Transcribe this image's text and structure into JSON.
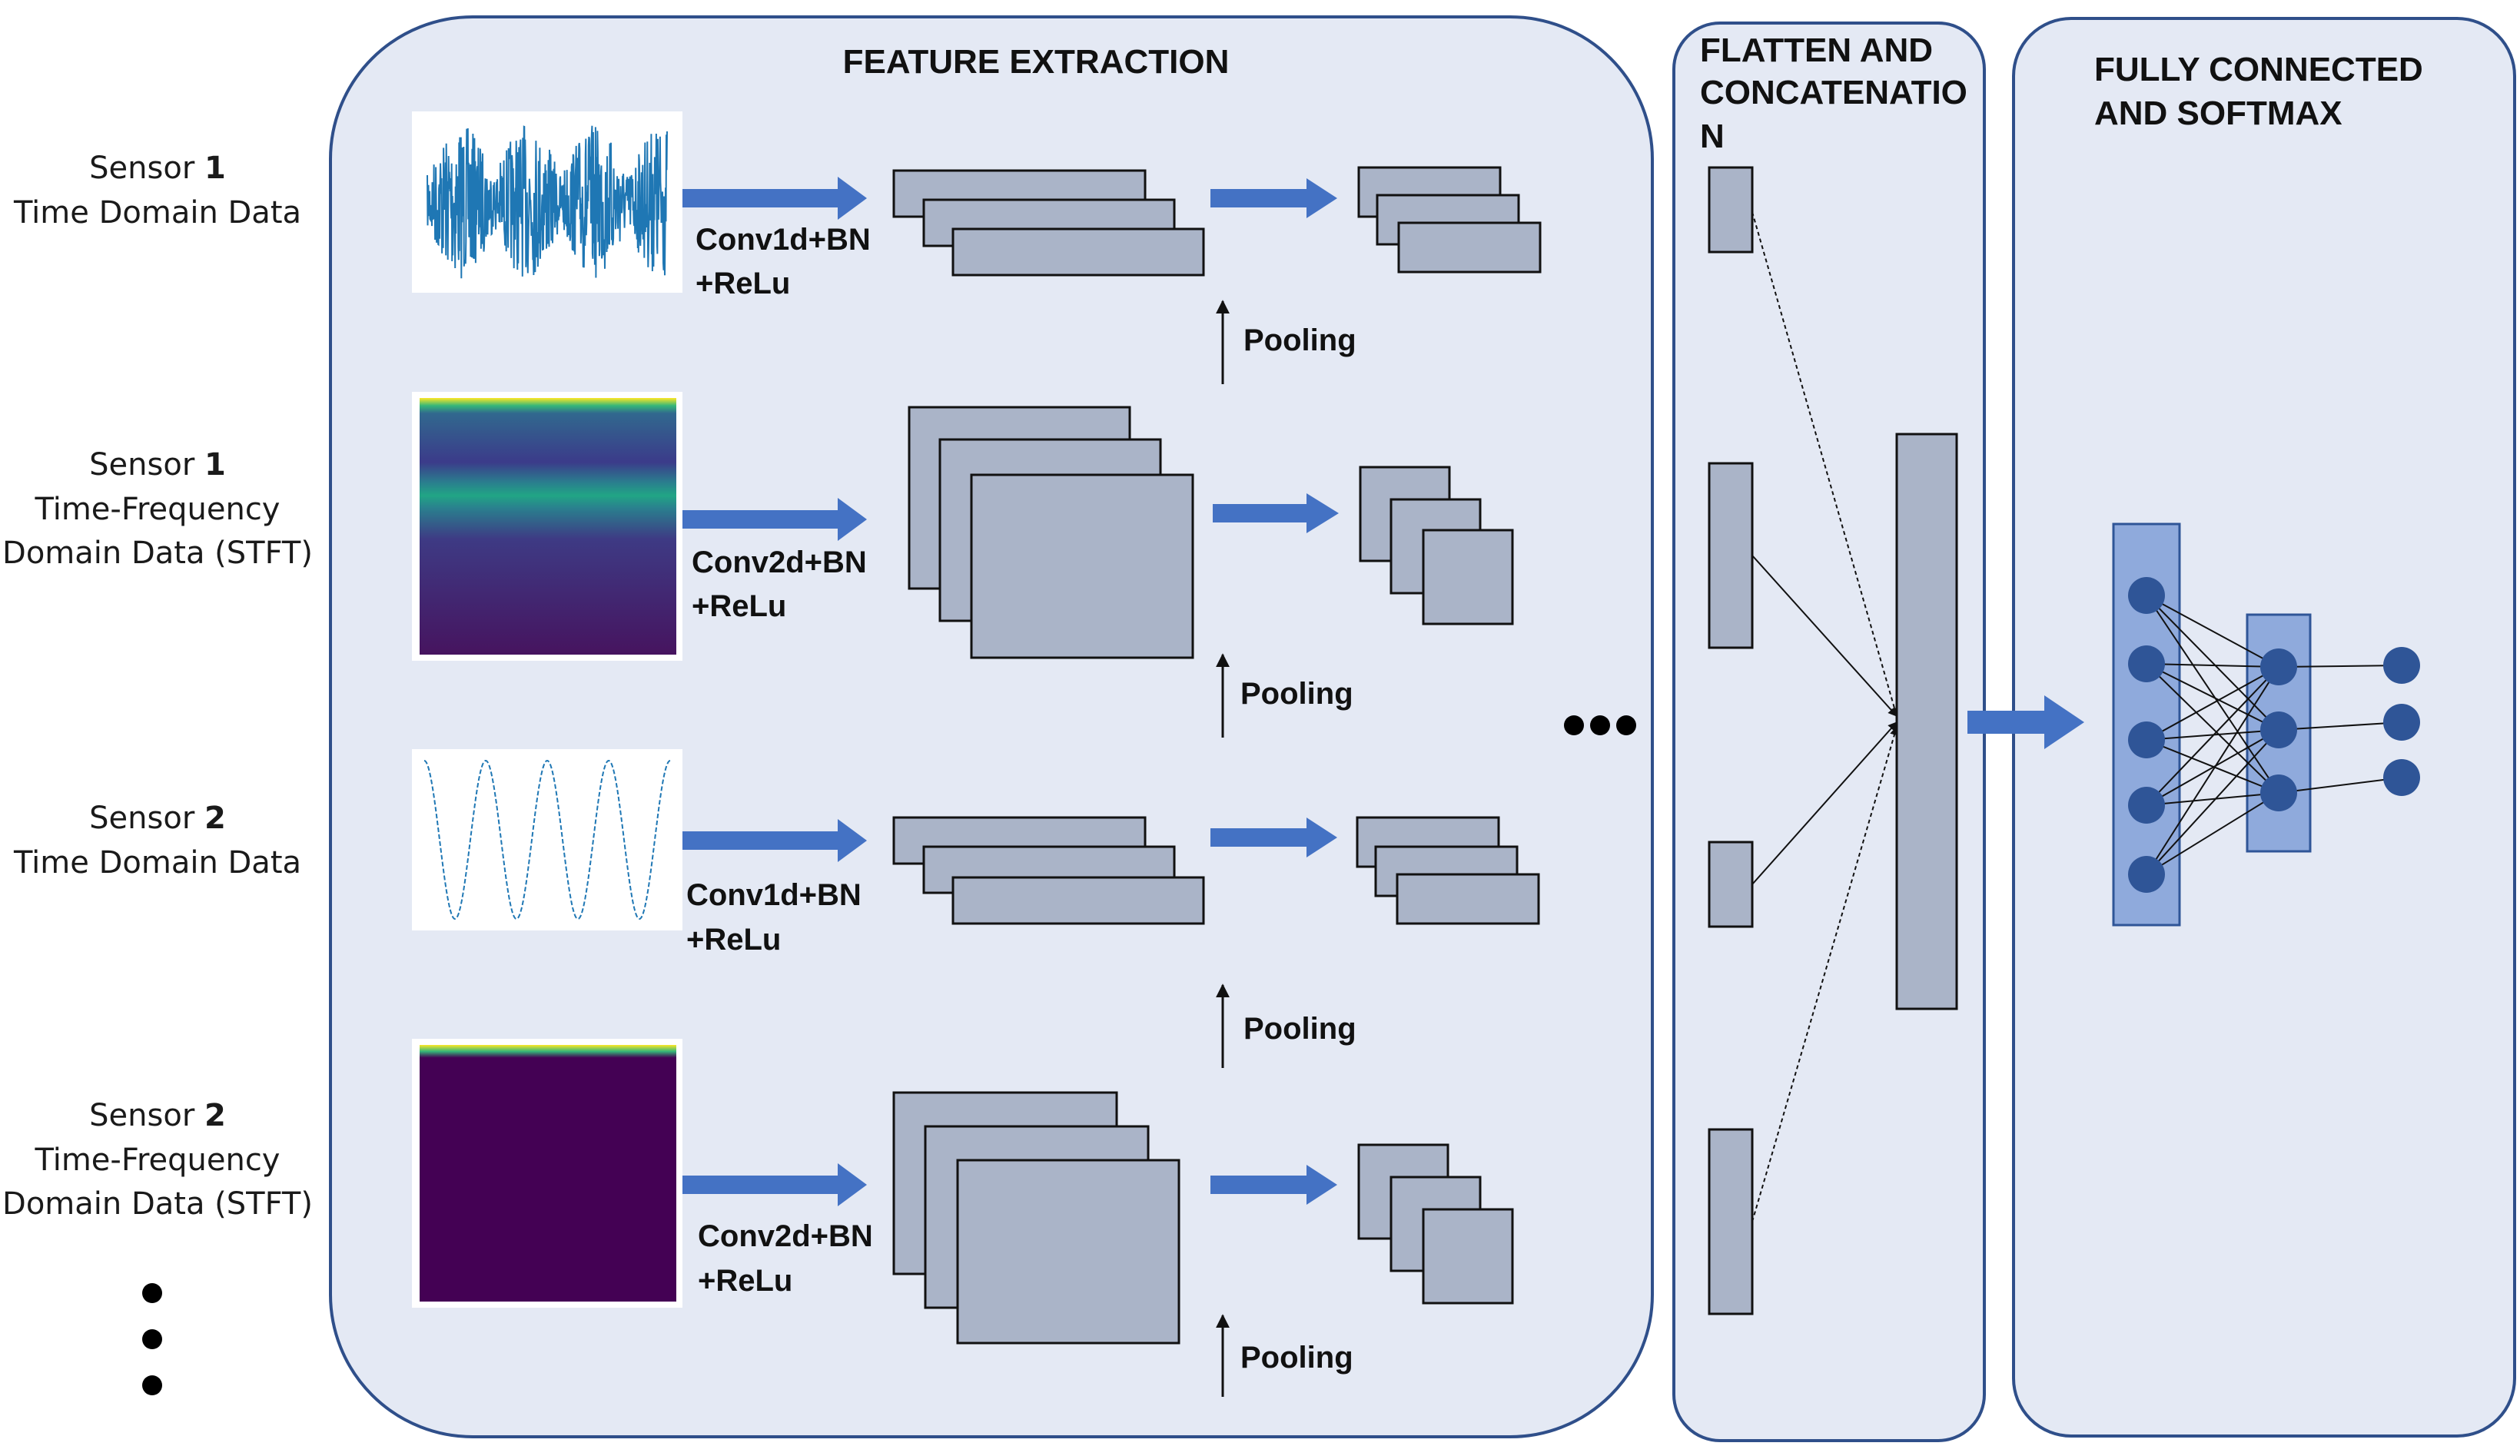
{
  "sections": {
    "feature_extraction": "FEATURE EXTRACTION",
    "flatten_line1": "FLATTEN AND",
    "flatten_line2": "CONCATENATIO",
    "flatten_line3": "N",
    "fc_line1": "FULLY CONNECTED",
    "fc_line2": "AND SOFTMAX"
  },
  "inputs": [
    {
      "sensor_word": "Sensor",
      "sensor_num": "1",
      "line2": "Time Domain Data",
      "line3": ""
    },
    {
      "sensor_word": "Sensor",
      "sensor_num": "1",
      "line2": "Time-Frequency",
      "line3": "Domain Data (STFT)"
    },
    {
      "sensor_word": "Sensor",
      "sensor_num": "2",
      "line2": "Time Domain Data",
      "line3": ""
    },
    {
      "sensor_word": "Sensor",
      "sensor_num": "2",
      "line2": "Time-Frequency",
      "line3": "Domain Data (STFT)"
    }
  ],
  "ops": [
    {
      "line1": "Conv1d+BN",
      "line2": "+ReLu",
      "pool": "Pooling"
    },
    {
      "line1": "Conv2d+BN",
      "line2": "+ReLu",
      "pool": "Pooling"
    },
    {
      "line1": "Conv1d+BN",
      "line2": "+ReLu",
      "pool": "Pooling"
    },
    {
      "line1": "Conv2d+BN",
      "line2": "+ReLu",
      "pool": "Pooling"
    }
  ],
  "colors": {
    "panel_fill": "#e4e9f4",
    "panel_stroke": "#2f4f8a",
    "block_fill": "#aab4c8",
    "arrow": "#4472c4",
    "node": "#2f5597",
    "layer_fill": "#8faadc",
    "spectrogram_bg": "#440154",
    "signal": "#1f77b4"
  },
  "icons": [
    "time-signal-plot",
    "spectrogram-plot",
    "sine-wave-plot",
    "flat-spectrogram-plot",
    "ellipsis-dots"
  ]
}
